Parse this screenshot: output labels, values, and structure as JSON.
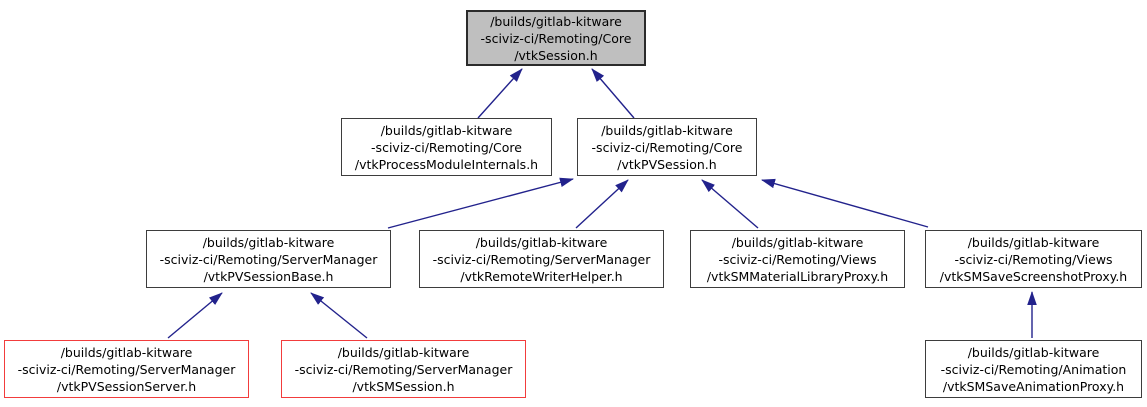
{
  "graph": {
    "kind": "doxygen-include-dependency-graph",
    "colors": {
      "node_fill": "#ffffff",
      "highlight_node_fill": "#bfbfbf",
      "node_border": "#3d3d3d",
      "truncated_node_border": "#f23c3c",
      "arrow": "#22228c",
      "background": "#ffffff"
    },
    "nodes": [
      {
        "id": "vtkSession.h",
        "variant": "highlight",
        "lines": [
          "/builds/gitlab-kitware",
          "-sciviz-ci/Remoting/Core",
          "/vtkSession.h"
        ]
      },
      {
        "id": "vtkProcessModuleInternals.h",
        "variant": "default",
        "lines": [
          "/builds/gitlab-kitware",
          "-sciviz-ci/Remoting/Core",
          "/vtkProcessModuleInternals.h"
        ]
      },
      {
        "id": "vtkPVSession.h",
        "variant": "default",
        "lines": [
          "/builds/gitlab-kitware",
          "-sciviz-ci/Remoting/Core",
          "/vtkPVSession.h"
        ]
      },
      {
        "id": "vtkPVSessionBase.h",
        "variant": "default",
        "lines": [
          "/builds/gitlab-kitware",
          "-sciviz-ci/Remoting/ServerManager",
          "/vtkPVSessionBase.h"
        ]
      },
      {
        "id": "vtkRemoteWriterHelper.h",
        "variant": "default",
        "lines": [
          "/builds/gitlab-kitware",
          "-sciviz-ci/Remoting/ServerManager",
          "/vtkRemoteWriterHelper.h"
        ]
      },
      {
        "id": "vtkSMMaterialLibraryProxy.h",
        "variant": "default",
        "lines": [
          "/builds/gitlab-kitware",
          "-sciviz-ci/Remoting/Views",
          "/vtkSMMaterialLibraryProxy.h"
        ]
      },
      {
        "id": "vtkSMSaveScreenshotProxy.h",
        "variant": "default",
        "lines": [
          "/builds/gitlab-kitware",
          "-sciviz-ci/Remoting/Views",
          "/vtkSMSaveScreenshotProxy.h"
        ]
      },
      {
        "id": "vtkPVSessionServer.h",
        "variant": "red",
        "lines": [
          "/builds/gitlab-kitware",
          "-sciviz-ci/Remoting/ServerManager",
          "/vtkPVSessionServer.h"
        ]
      },
      {
        "id": "vtkSMSession.h",
        "variant": "red",
        "lines": [
          "/builds/gitlab-kitware",
          "-sciviz-ci/Remoting/ServerManager",
          "/vtkSMSession.h"
        ]
      },
      {
        "id": "vtkSMSaveAnimationProxy.h",
        "variant": "default",
        "lines": [
          "/builds/gitlab-kitware",
          "-sciviz-ci/Remoting/Animation",
          "/vtkSMSaveAnimationProxy.h"
        ]
      }
    ],
    "edges": [
      {
        "from": "vtkProcessModuleInternals.h",
        "to": "vtkSession.h"
      },
      {
        "from": "vtkPVSession.h",
        "to": "vtkSession.h"
      },
      {
        "from": "vtkPVSessionBase.h",
        "to": "vtkPVSession.h"
      },
      {
        "from": "vtkRemoteWriterHelper.h",
        "to": "vtkPVSession.h"
      },
      {
        "from": "vtkSMMaterialLibraryProxy.h",
        "to": "vtkPVSession.h"
      },
      {
        "from": "vtkSMSaveScreenshotProxy.h",
        "to": "vtkPVSession.h"
      },
      {
        "from": "vtkPVSessionServer.h",
        "to": "vtkPVSessionBase.h"
      },
      {
        "from": "vtkSMSession.h",
        "to": "vtkPVSessionBase.h"
      },
      {
        "from": "vtkSMSaveAnimationProxy.h",
        "to": "vtkSMSaveScreenshotProxy.h"
      }
    ]
  }
}
